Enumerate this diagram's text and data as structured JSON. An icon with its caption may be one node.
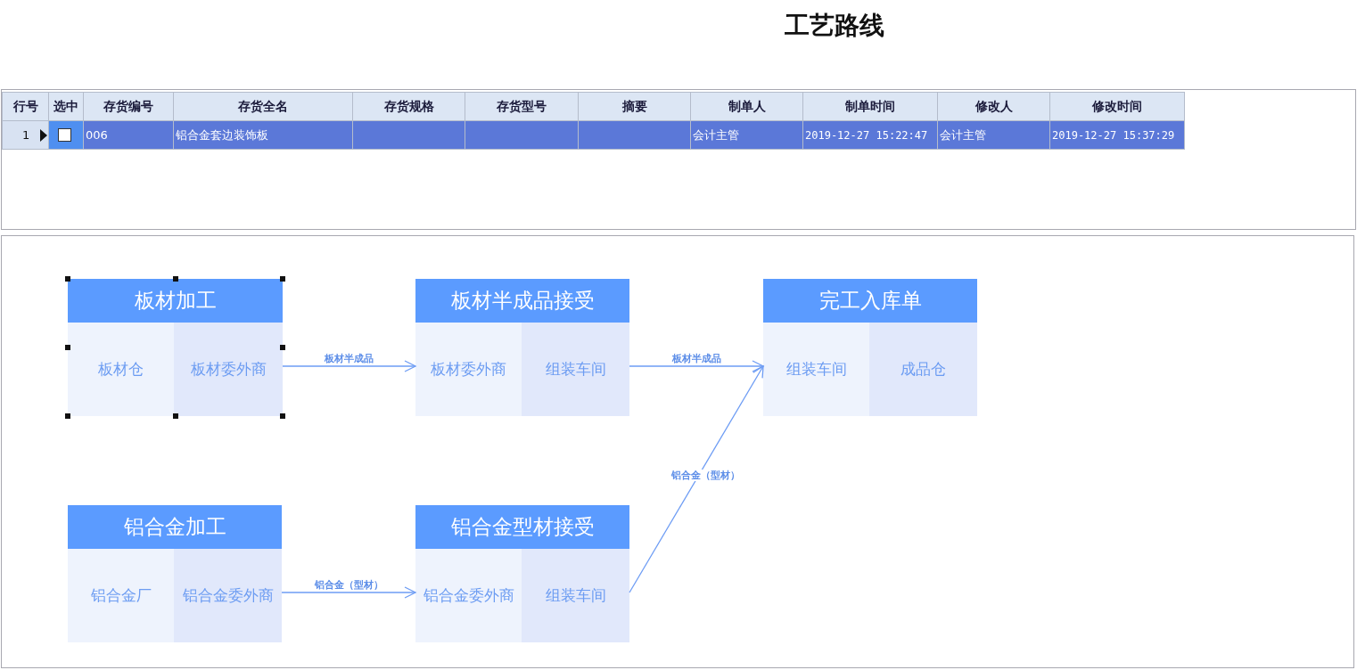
{
  "diagram": {
    "title": "工艺路线",
    "nodes": [
      {
        "text": [
          "板材加工",
          "板材仓",
          "板材委外商"
        ]
      },
      {
        "text": [
          "板材半成品接受",
          "板材委外商",
          "组装车间"
        ]
      },
      {
        "text": [
          "完工入库单",
          "组装车间",
          "成品仓"
        ]
      },
      {
        "text": [
          "铝合金加工",
          "铝合金厂",
          "铝合金委外商"
        ]
      },
      {
        "text": [
          "铝合金型材接受",
          "铝合金委外商",
          "组装车间"
        ]
      }
    ],
    "edges": [
      {
        "from": 0,
        "to": 1,
        "arrow": "to",
        "label": "板材半成品"
      },
      {
        "from": 1,
        "to": 2,
        "arrow": "to",
        "label": "板材半成品"
      },
      {
        "from": 3,
        "to": 4,
        "arrow": "to",
        "label": "铝合金（型材）"
      },
      {
        "from": 4,
        "to": 2,
        "arrow": "to",
        "label": "铝合金（型材）"
      }
    ],
    "labels": [
      "行号",
      "选中",
      "存货编号",
      "存货全名",
      "存货规格",
      "存货型号",
      "摘要",
      "制单人",
      "制单时间",
      "修改人",
      "修改时间",
      "1",
      "006",
      "铝合金套边装饰板",
      "会计主管",
      "2019-12-27 15:22:47",
      "会计主管",
      "2019-12-27 15:37:29"
    ]
  }
}
